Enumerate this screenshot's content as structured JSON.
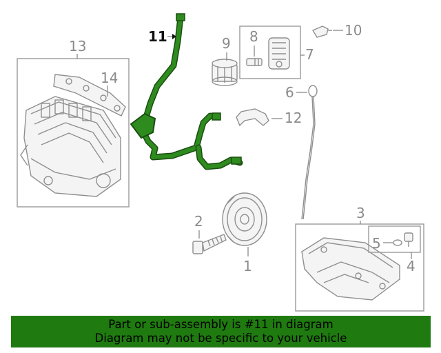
{
  "callouts": {
    "c1": "1",
    "c2": "2",
    "c3": "3",
    "c4": "4",
    "c5": "5",
    "c6": "6",
    "c7": "7",
    "c8": "8",
    "c9": "9",
    "c10": "10",
    "c11": "11",
    "c12": "12",
    "c13": "13",
    "c14": "14"
  },
  "banner": {
    "line1": "Part or sub-assembly is #11 in diagram",
    "line2": "Diagram may not be specific to your vehicle"
  },
  "colors": {
    "highlight_part": "#2e8b1e",
    "banner_bg": "#1f7a10",
    "line_art": "#8f8f8f"
  }
}
